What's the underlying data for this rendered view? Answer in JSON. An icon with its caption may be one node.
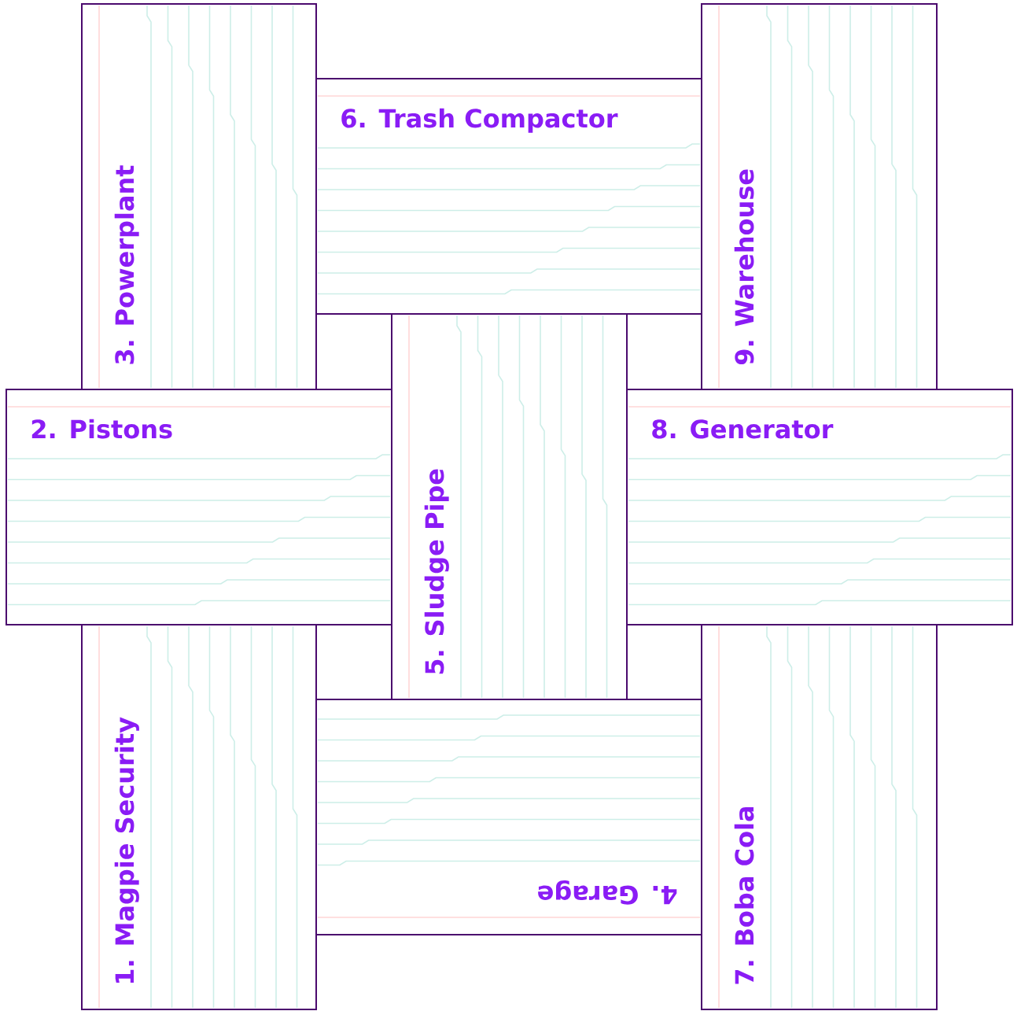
{
  "diagram": {
    "nodes": [
      {
        "text": [
          "3. Powerplant"
        ]
      },
      {
        "text": [
          "6. Trash Compactor"
        ]
      },
      {
        "text": [
          "9. Warehouse"
        ]
      },
      {
        "text": [
          "2. Pistons"
        ]
      },
      {
        "text": [
          "5. Sludge Pipe"
        ]
      },
      {
        "text": [
          "8. Generator"
        ]
      },
      {
        "text": [
          "1. Magpie Security"
        ]
      },
      {
        "text": [
          "4. Garage"
        ]
      },
      {
        "text": [
          "7. Boba Cola"
        ]
      }
    ]
  }
}
